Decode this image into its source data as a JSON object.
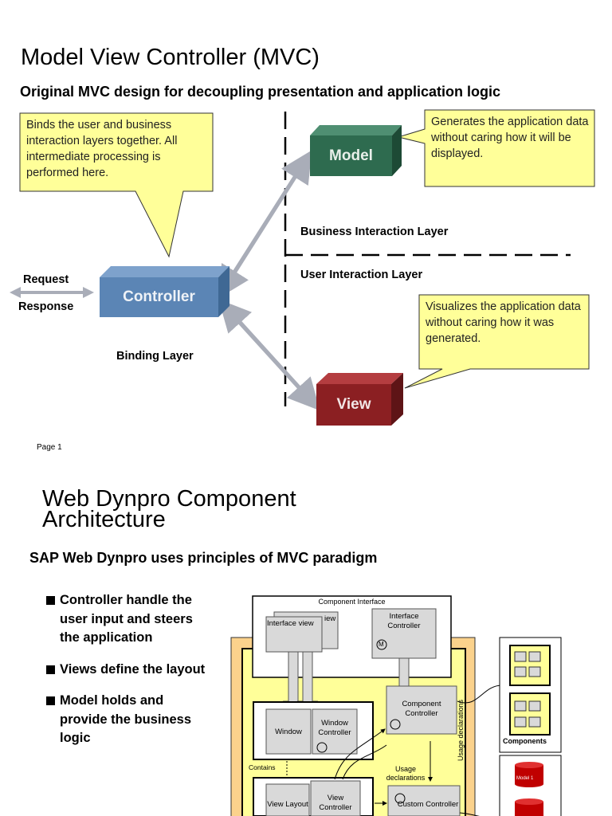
{
  "slide1": {
    "title": "Model View Controller (MVC)",
    "subtitle": "Original MVC design for decoupling presentation and application logic",
    "callout_controller": "Binds the user and business interaction layers together. All intermediate processing is performed here.",
    "callout_model": "Generates the application data without caring how it will be displayed.",
    "callout_view": "Visualizes the application data without caring how it was generated.",
    "model_label": "Model",
    "controller_label": "Controller",
    "view_label": "View",
    "request_label": "Request",
    "response_label": "Response",
    "binding_layer_label": "Binding Layer",
    "business_layer_label": "Business Interaction Layer",
    "user_layer_label": "User Interaction Layer",
    "page_number": "Page 1",
    "colors": {
      "model": "#2e6b4f",
      "controller": "#5b85b5",
      "view": "#8b1f22",
      "callout": "#ffff99"
    }
  },
  "slide2": {
    "title": "Web Dynpro Component Architecture",
    "subtitle": "SAP Web Dynpro uses principles of MVC paradigm",
    "bullets": [
      "Controller handle the user input and steers the application",
      "Views define the layout",
      "Model holds and provide the business logic"
    ],
    "diagram": {
      "component_interface": "Component Interface",
      "interface_view": "Interface view",
      "interface_view_partial": "iew",
      "interface_controller": "Interface Controller",
      "component_controller": "Component Controller",
      "window": "Window",
      "window_controller": "Window Controller",
      "contains": "Contains",
      "usage_declarations": "Usage declarations",
      "usage_declarations_vertical": "Usage declarations",
      "view_layout": "View Layout",
      "view_controller": "View Controller",
      "custom_controller": "Custom Controller",
      "components": "Components",
      "model_badge": "Model 1",
      "m_badge": "M",
      "colors": {
        "outer_frame": "#fbd28c",
        "inner_area": "#ffff99",
        "box": "#d9d9d9"
      }
    }
  }
}
